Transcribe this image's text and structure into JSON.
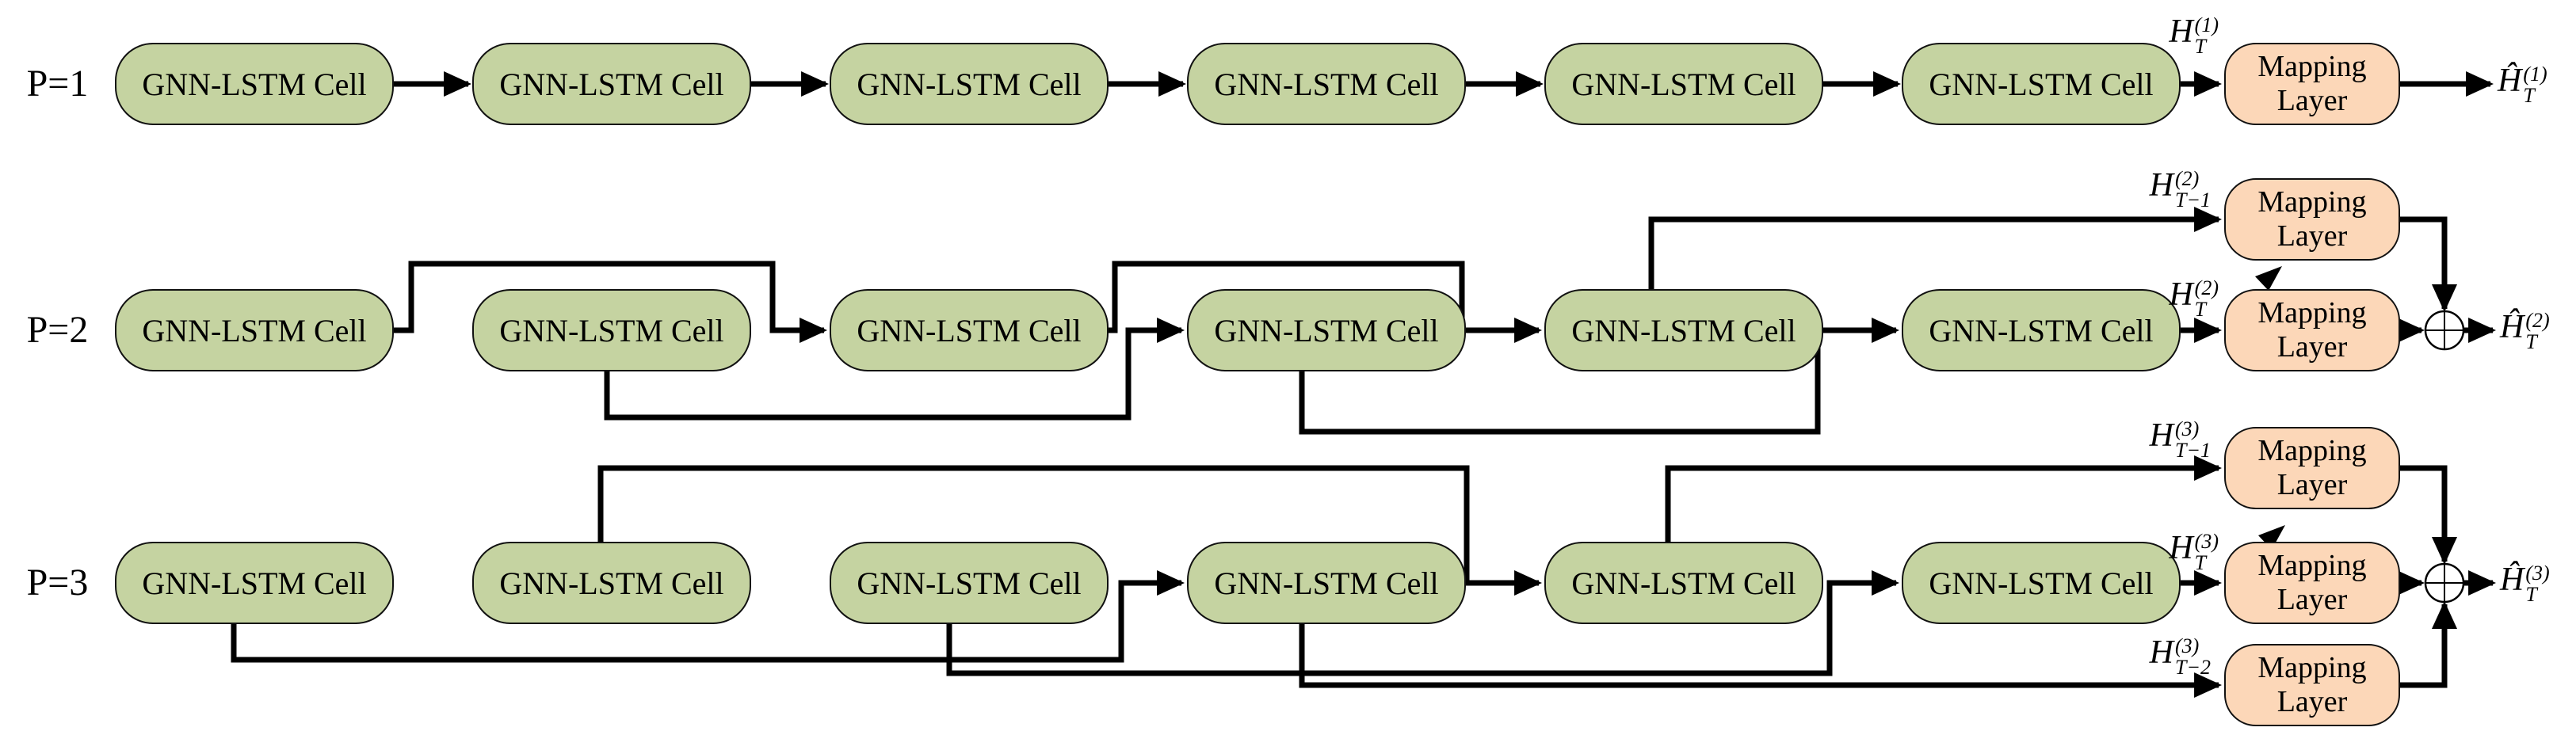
{
  "diagram": {
    "rows": [
      {
        "p_label": "P=1",
        "cells": [
          "GNN-LSTM Cell",
          "GNN-LSTM Cell",
          "GNN-LSTM Cell",
          "GNN-LSTM Cell",
          "GNN-LSTM Cell",
          "GNN-LSTM Cell"
        ],
        "mapping_layers": [
          {
            "line1": "Mapping",
            "line2": "Layer"
          }
        ],
        "input_labels": [
          {
            "base": "H",
            "sup": "(1)",
            "sub": "T"
          }
        ],
        "output_label": {
          "base": "Ĥ",
          "sup": "(1)",
          "sub": "T"
        }
      },
      {
        "p_label": "P=2",
        "cells": [
          "GNN-LSTM Cell",
          "GNN-LSTM Cell",
          "GNN-LSTM Cell",
          "GNN-LSTM Cell",
          "GNN-LSTM Cell",
          "GNN-LSTM Cell"
        ],
        "mapping_layers": [
          {
            "line1": "Mapping",
            "line2": "Layer"
          },
          {
            "line1": "Mapping",
            "line2": "Layer"
          }
        ],
        "input_labels": [
          {
            "base": "H",
            "sup": "(2)",
            "sub": "T−1"
          },
          {
            "base": "H",
            "sup": "(2)",
            "sub": "T"
          }
        ],
        "combiner_symbol": "⊕",
        "output_label": {
          "base": "Ĥ",
          "sup": "(2)",
          "sub": "T"
        }
      },
      {
        "p_label": "P=3",
        "cells": [
          "GNN-LSTM Cell",
          "GNN-LSTM Cell",
          "GNN-LSTM Cell",
          "GNN-LSTM Cell",
          "GNN-LSTM Cell",
          "GNN-LSTM Cell"
        ],
        "mapping_layers": [
          {
            "line1": "Mapping",
            "line2": "Layer"
          },
          {
            "line1": "Mapping",
            "line2": "Layer"
          },
          {
            "line1": "Mapping",
            "line2": "Layer"
          }
        ],
        "input_labels": [
          {
            "base": "H",
            "sup": "(3)",
            "sub": "T−1"
          },
          {
            "base": "H",
            "sup": "(3)",
            "sub": "T"
          },
          {
            "base": "H",
            "sup": "(3)",
            "sub": "T−2"
          }
        ],
        "combiner_symbol": "⊕",
        "output_label": {
          "base": "Ĥ",
          "sup": "(3)",
          "sub": "T"
        }
      }
    ],
    "colors": {
      "cell_fill": "#c5d3a1",
      "mapping_fill": "#fcd7b8",
      "line_color": "#000000"
    }
  }
}
